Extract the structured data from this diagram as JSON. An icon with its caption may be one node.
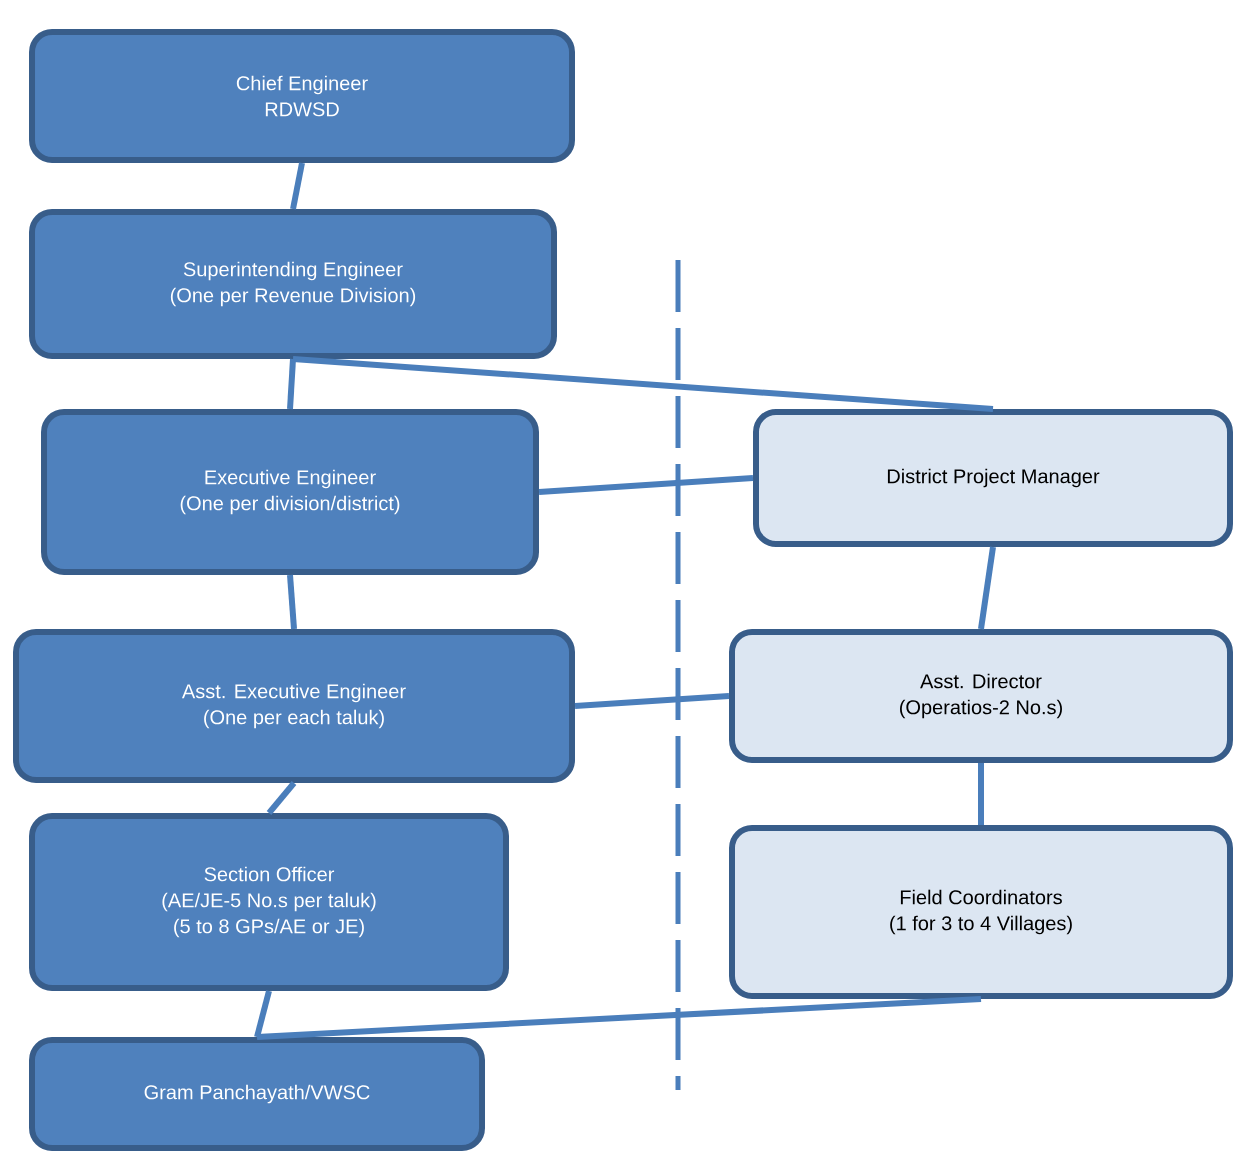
{
  "diagram": {
    "nodes": [
      {
        "text": [
          "Chief Engineer",
          "RDWSD"
        ]
      },
      {
        "text": [
          "Superintending Engineer",
          "(One per Revenue Division)"
        ]
      },
      {
        "text": [
          "Executive Engineer",
          "(One per division/district)"
        ]
      },
      {
        "text": [
          "Asst. Executive Engineer",
          "(One per each taluk)"
        ]
      },
      {
        "text": [
          "Section Officer",
          "(AE/JE-5 No.s per taluk)",
          "(5 to 8 GPs/AE or JE)"
        ]
      },
      {
        "text": [
          "Gram Panchayath/VWSC"
        ]
      },
      {
        "text": [
          "District Project Manager"
        ]
      },
      {
        "text": [
          "Asst. Director",
          "(Operatios-2 No.s)"
        ]
      },
      {
        "text": [
          "Field Coordinators",
          "(1 for 3 to 4 Villages)"
        ]
      }
    ],
    "edges": [
      {
        "from": 0,
        "to": 1,
        "arrow": "none"
      },
      {
        "from": 1,
        "to": 2,
        "arrow": "none"
      },
      {
        "from": 1,
        "to": 6,
        "arrow": "none"
      },
      {
        "from": 2,
        "to": 6,
        "arrow": "none"
      },
      {
        "from": 2,
        "to": 3,
        "arrow": "none"
      },
      {
        "from": 3,
        "to": 7,
        "arrow": "none"
      },
      {
        "from": 6,
        "to": 7,
        "arrow": "none"
      },
      {
        "from": 3,
        "to": 4,
        "arrow": "none"
      },
      {
        "from": 7,
        "to": 8,
        "arrow": "none"
      },
      {
        "from": 4,
        "to": 5,
        "arrow": "none"
      },
      {
        "from": 8,
        "to": 5,
        "arrow": "none"
      }
    ]
  }
}
